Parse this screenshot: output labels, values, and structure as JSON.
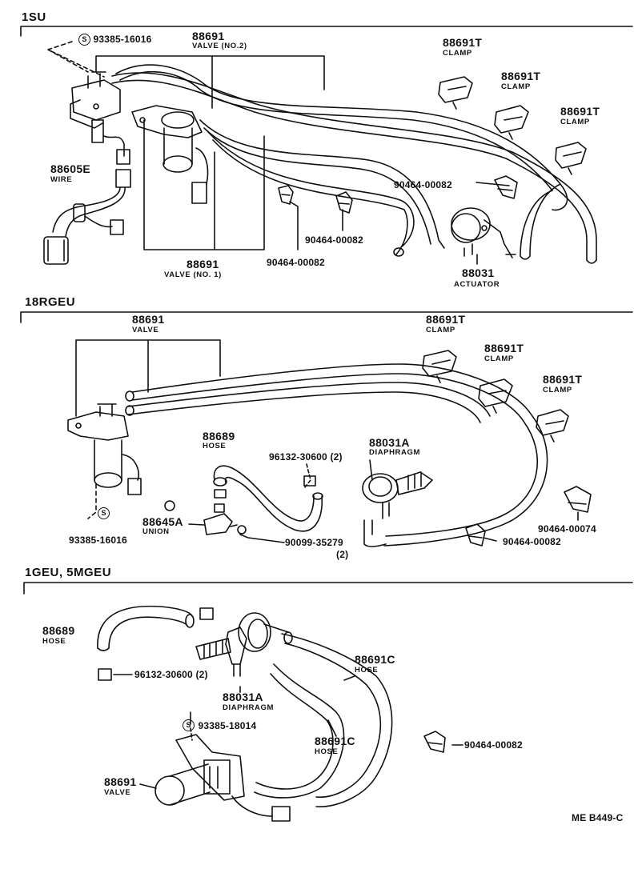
{
  "sections": {
    "s1": {
      "title": "1SU",
      "labels": {
        "screw": "93385-16016",
        "valve2_num": "88691",
        "valve2_name": "VALVE (NO.2)",
        "clamp1_num": "88691T",
        "clamp1_name": "CLAMP",
        "clamp2_num": "88691T",
        "clamp2_name": "CLAMP",
        "clamp3_num": "88691T",
        "clamp3_name": "CLAMP",
        "wire_num": "88605E",
        "wire_name": "WIRE",
        "clip_a": "90464-00082",
        "clip_b": "90464-00082",
        "clip_c": "90464-00082",
        "valve1_num": "88691",
        "valve1_name": "VALVE (NO. 1)",
        "actuator_num": "88031",
        "actuator_name": "ACTUATOR"
      }
    },
    "s2": {
      "title": "18RGEU",
      "labels": {
        "valve_num": "88691",
        "valve_name": "VALVE",
        "clamp1_num": "88691T",
        "clamp1_name": "CLAMP",
        "clamp2_num": "88691T",
        "clamp2_name": "CLAMP",
        "clamp3_num": "88691T",
        "clamp3_name": "CLAMP",
        "hose_num": "88689",
        "hose_name": "HOSE",
        "band": "96132-30600 (2)",
        "diaphragm_num": "88031A",
        "diaphragm_name": "DIAPHRAGM",
        "union_num": "88645A",
        "union_name": "UNION",
        "screw": "93385-16016",
        "clip_a": "90464-00074",
        "clip_b": "90464-00082",
        "band2": "90099-35279",
        "band2_qty": "(2)"
      }
    },
    "s3": {
      "title": "1GEU, 5MGEU",
      "labels": {
        "hose_num": "88689",
        "hose_name": "HOSE",
        "band": "96132-30600 (2)",
        "diaphragm_num": "88031A",
        "diaphragm_name": "DIAPHRAGM",
        "hosec1_num": "88691C",
        "hosec1_name": "HOSE",
        "hosec2_num": "88691C",
        "hosec2_name": "HOSE",
        "screw": "93385-18014",
        "clip": "90464-00082",
        "valve_num": "88691",
        "valve_name": "VALVE"
      }
    }
  },
  "screw_symbol": "S",
  "footer": "ME  B449-C"
}
